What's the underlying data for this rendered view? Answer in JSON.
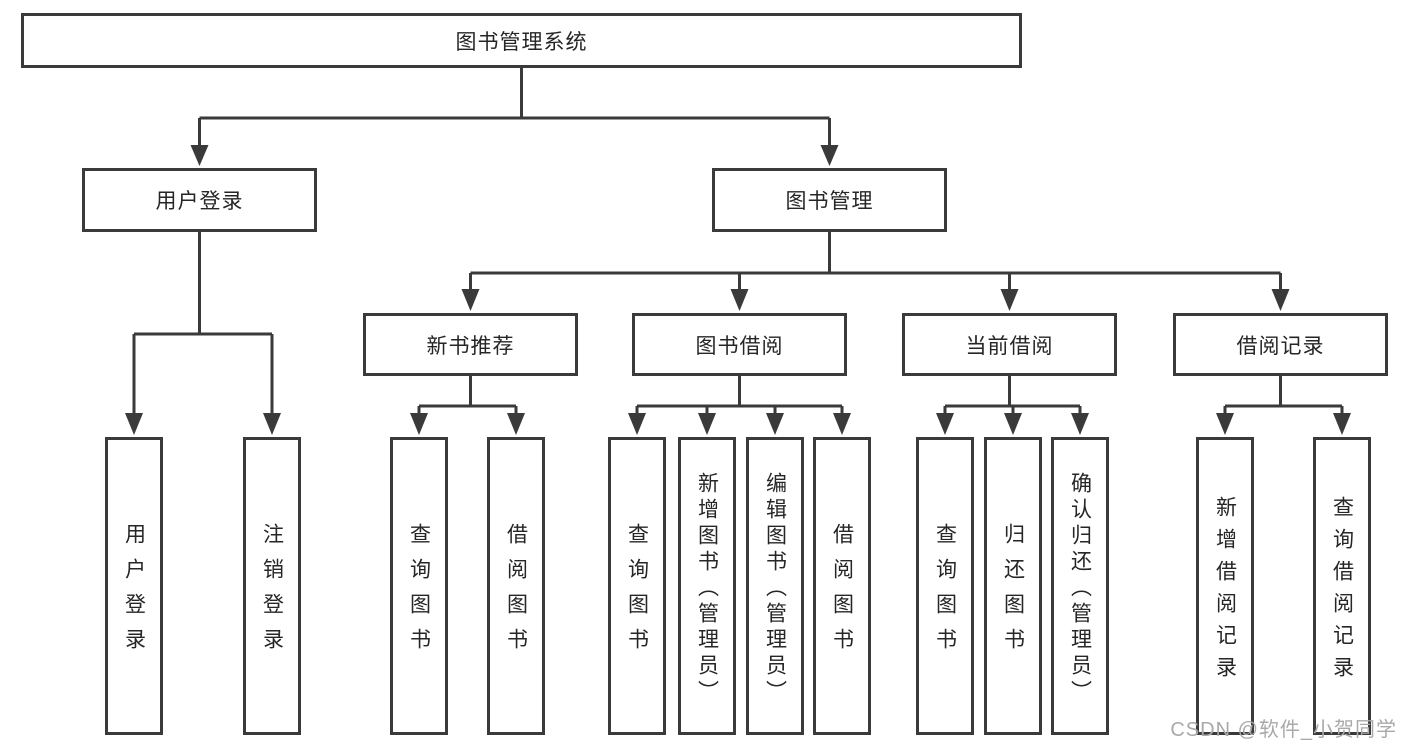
{
  "diagram_type": "hierarchy-tree",
  "colors": {
    "line": "#3a3a3a",
    "box_border": "#3a3a3a",
    "text": "#262626",
    "watermark": "#a9a9a9",
    "background": "#ffffff"
  },
  "watermark": {
    "text": "CSDN @软件_小贺同学"
  },
  "nodes": {
    "root": {
      "label": "图书管理系统"
    },
    "level2": [
      {
        "label": "用户登录",
        "parent": "图书管理系统"
      },
      {
        "label": "图书管理",
        "parent": "图书管理系统"
      }
    ],
    "level3": [
      {
        "label": "新书推荐",
        "parent": "图书管理"
      },
      {
        "label": "图书借阅",
        "parent": "图书管理"
      },
      {
        "label": "当前借阅",
        "parent": "图书管理"
      },
      {
        "label": "借阅记录",
        "parent": "图书管理"
      }
    ],
    "level4": [
      {
        "label": "用户登录",
        "parent": "用户登录"
      },
      {
        "label": "注销登录",
        "parent": "用户登录"
      },
      {
        "label": "查询图书",
        "parent": "新书推荐"
      },
      {
        "label": "借阅图书",
        "parent": "新书推荐"
      },
      {
        "label": "查询图书",
        "parent": "图书借阅"
      },
      {
        "label": "新增图书（管理员）",
        "parent": "图书借阅"
      },
      {
        "label": "编辑图书（管理员）",
        "parent": "图书借阅"
      },
      {
        "label": "借阅图书",
        "parent": "图书借阅"
      },
      {
        "label": "查询图书",
        "parent": "当前借阅"
      },
      {
        "label": "归还图书",
        "parent": "当前借阅"
      },
      {
        "label": "确认归还（管理员）",
        "parent": "当前借阅"
      },
      {
        "label": "新增借阅记录",
        "parent": "借阅记录"
      },
      {
        "label": "查询借阅记录",
        "parent": "借阅记录"
      }
    ]
  }
}
